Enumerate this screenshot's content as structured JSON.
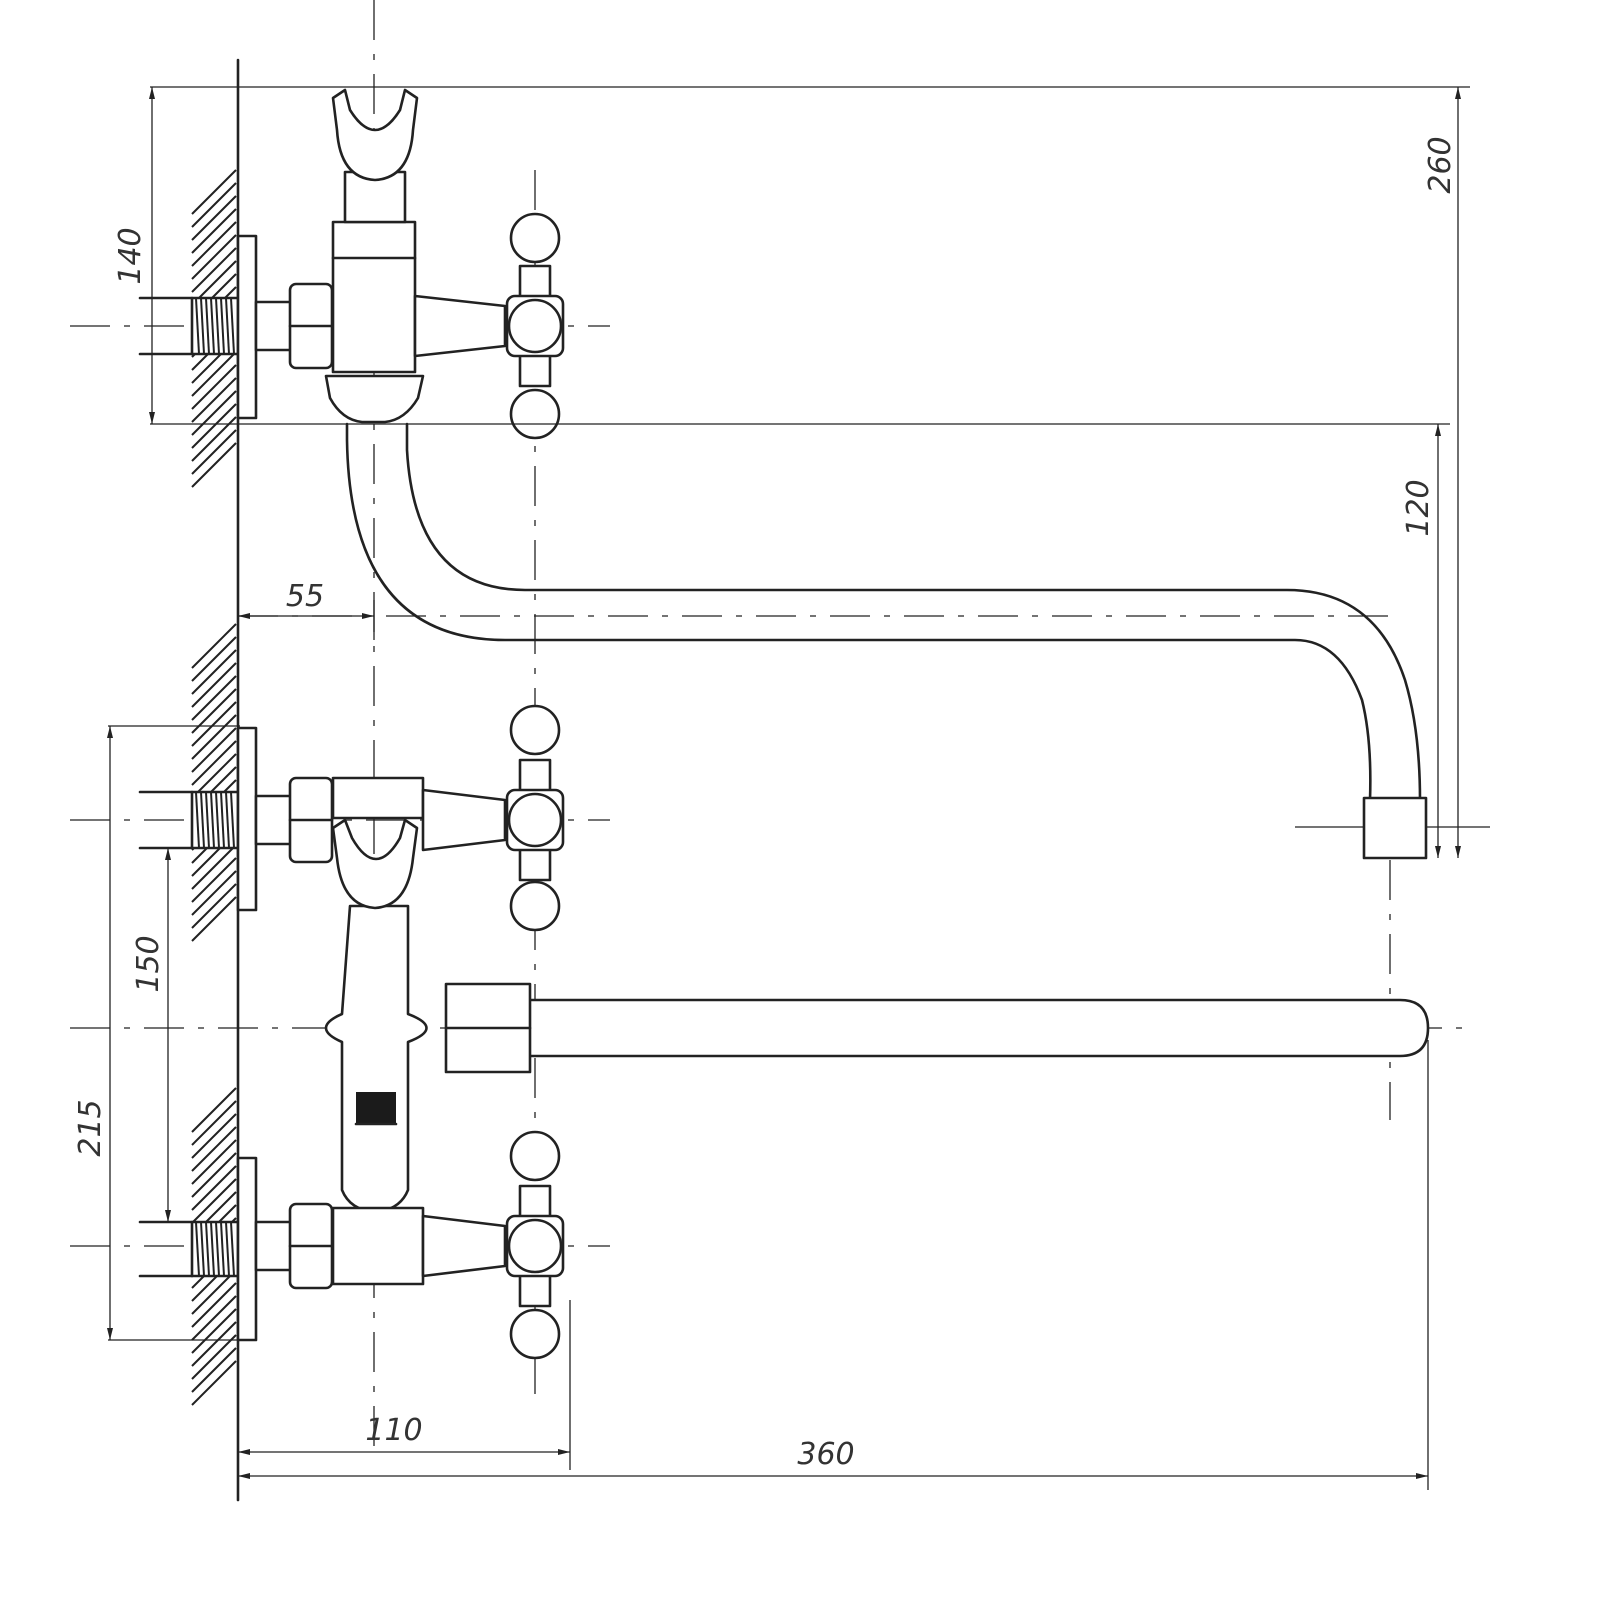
{
  "drawing": {
    "dimensions": {
      "d260": "260",
      "d140": "140",
      "d120": "120",
      "d55": "55",
      "d150": "150",
      "d215": "215",
      "d110": "110",
      "d360": "360"
    }
  }
}
